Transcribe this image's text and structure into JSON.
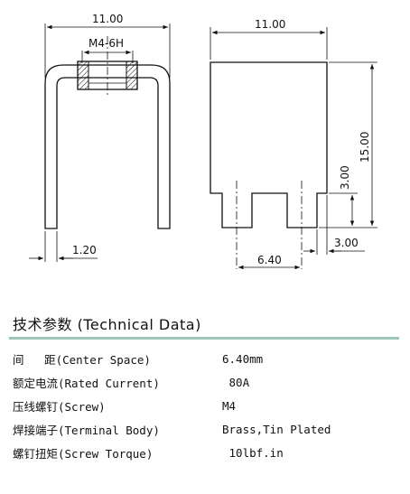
{
  "drawing": {
    "left_view": {
      "width_dim": "11.00",
      "thread_label": "M4-6H",
      "leg_dim": "1.20"
    },
    "right_view": {
      "width_dim": "11.00",
      "height_dim": "15.00",
      "slot_height_dim": "3.00",
      "slot_width_dim": "3.00",
      "pitch_dim": "6.40"
    }
  },
  "section": {
    "title": "技术参数 (Technical Data)"
  },
  "specs": [
    {
      "label": "间   距(Center Space)",
      "value": "6.40mm"
    },
    {
      "label": "额定电流(Rated Current)",
      "value": " 80A"
    },
    {
      "label": "压线螺钉(Screw)",
      "value": "M4"
    },
    {
      "label": "焊接端子(Terminal Body)",
      "value": "Brass,Tin Plated"
    },
    {
      "label": "螺钉扭矩(Screw Torque)",
      "value": " 10lbf.in"
    }
  ]
}
